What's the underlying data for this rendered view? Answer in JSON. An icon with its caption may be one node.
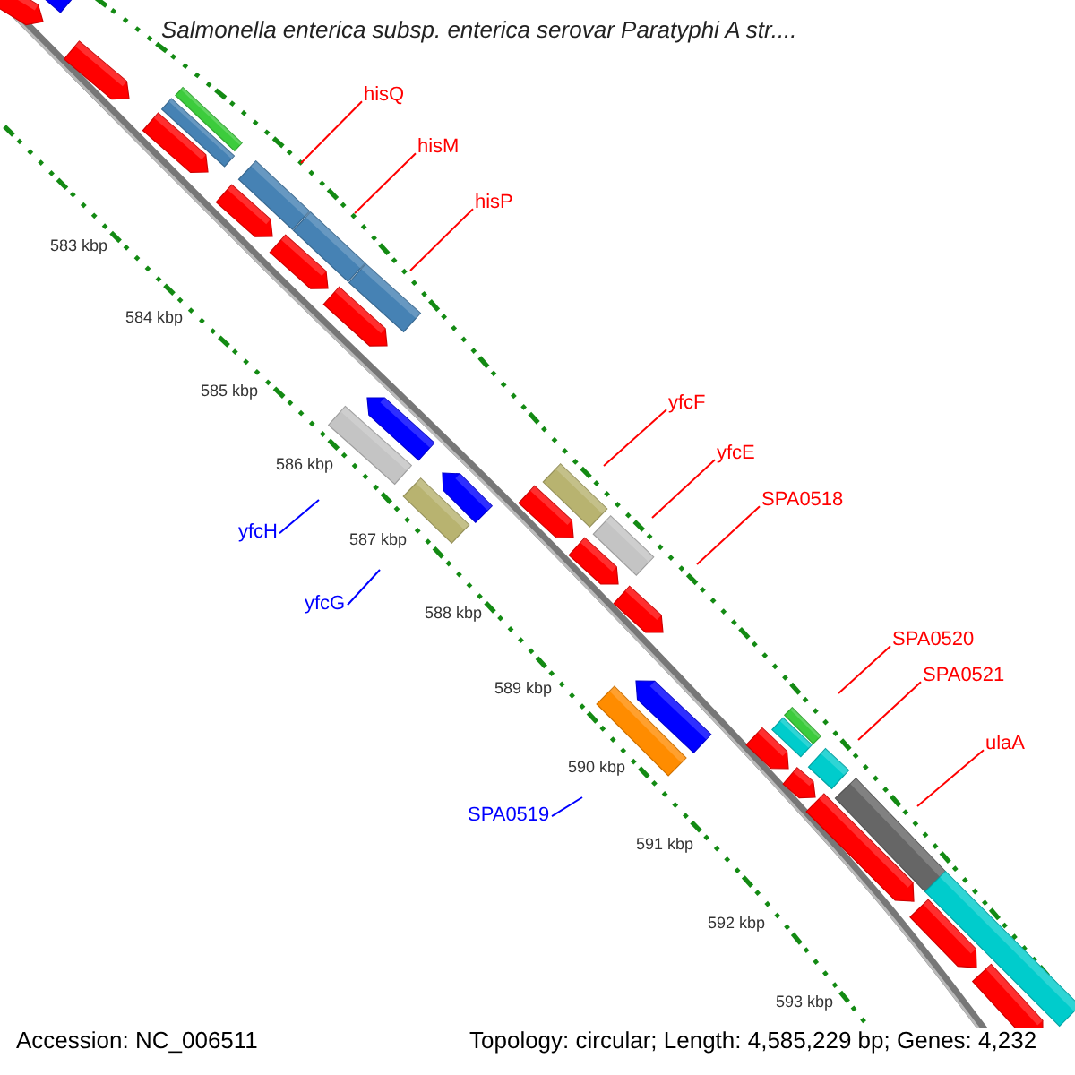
{
  "diagram": {
    "title": "Salmonella enterica subsp. enterica serovar Paratyphi A str....",
    "nodes": [
      {
        "text": [
          "hisQ"
        ]
      },
      {
        "text": [
          "hisM"
        ]
      },
      {
        "text": [
          "hisP"
        ]
      },
      {
        "text": [
          "yfcF"
        ]
      },
      {
        "text": [
          "yfcE"
        ]
      },
      {
        "text": [
          "yfcH"
        ]
      },
      {
        "text": [
          "SPA0518"
        ]
      },
      {
        "text": [
          "yfcG"
        ]
      },
      {
        "text": [
          "SPA0520"
        ]
      },
      {
        "text": [
          "SPA0521"
        ]
      },
      {
        "text": [
          "ulaA"
        ]
      },
      {
        "text": [
          "SPA0519"
        ]
      }
    ],
    "edges": [
      {
        "from": 0,
        "to": null,
        "arrow": "none"
      },
      {
        "from": 1,
        "to": null,
        "arrow": "none"
      },
      {
        "from": 2,
        "to": null,
        "arrow": "none"
      },
      {
        "from": 3,
        "to": null,
        "arrow": "none"
      },
      {
        "from": 4,
        "to": null,
        "arrow": "none"
      },
      {
        "from": 5,
        "to": null,
        "arrow": "none",
        "color": "#0000ff"
      },
      {
        "from": 6,
        "to": null,
        "arrow": "none"
      },
      {
        "from": 7,
        "to": null,
        "arrow": "none",
        "color": "#0000ff"
      },
      {
        "from": 8,
        "to": null,
        "arrow": "none"
      },
      {
        "from": 9,
        "to": null,
        "arrow": "none"
      },
      {
        "from": 10,
        "to": null,
        "arrow": "none"
      },
      {
        "from": 11,
        "to": null,
        "arrow": "none",
        "color": "#0000ff"
      }
    ],
    "labels": [
      "583 kbp",
      "584 kbp",
      "585 kbp",
      "586 kbp",
      "587 kbp",
      "588 kbp",
      "589 kbp",
      "590 kbp",
      "591 kbp",
      "592 kbp",
      "593 kbp",
      "Accession: NC_006511",
      "Topology: circular; Length: 4,585,229 bp; Genes: 4,232"
    ]
  }
}
